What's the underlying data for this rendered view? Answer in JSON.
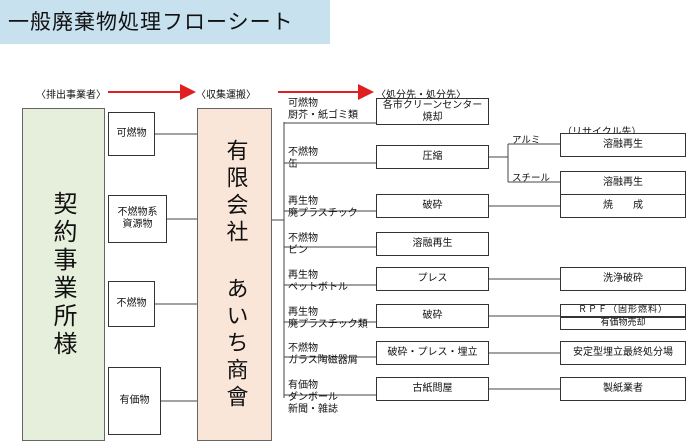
{
  "title": "一般廃棄物処理フローシート",
  "headers": {
    "emitter": "〈排出事業者〉",
    "collector": "〈収集運搬〉",
    "destination": "〈処分先・処分先〉",
    "recycle": "（リサイクル先）"
  },
  "emitter_label": "契約事業所様",
  "collector_label_line1": "有限会社",
  "collector_label_line2": "あいち商會",
  "waste_types": [
    "可燃物",
    "不燃物系\n資源物",
    "不燃物",
    "有価物"
  ],
  "categories": [
    {
      "line1": "可燃物",
      "line2": "厨芥・紙ゴミ類"
    },
    {
      "line1": "不燃物",
      "line2": "缶"
    },
    {
      "line1": "再生物",
      "line2": "廃プラスチック"
    },
    {
      "line1": "不燃物",
      "line2": "ビン"
    },
    {
      "line1": "再生物",
      "line2": "ペットボトル"
    },
    {
      "line1": "再生物",
      "line2": "廃プラスチック類"
    },
    {
      "line1": "不燃物",
      "line2": "ガラス陶磁器屑"
    },
    {
      "line1": "有価物",
      "line2": "ダンボール",
      "line3": "新聞・雑誌"
    }
  ],
  "processes": [
    "各市クリーンセンター\n焼却",
    "圧縮",
    "破砕",
    "溶融再生",
    "プレス",
    "破砕",
    "破砕・プレス・埋立",
    "古紙問屋"
  ],
  "metal_labels": {
    "aluminum": "アルミ",
    "steel": "スチール"
  },
  "recycle_destinations": [
    "溶融再生",
    "溶融再生",
    "焼　　成",
    "洗浄破砕",
    "ＲＰＦ（固形燃料）",
    "有価物売却",
    "安定型埋立最終処分場",
    "製紙業者"
  ],
  "colors": {
    "title_bg": "#c7e1ef",
    "emitter_bg": "#e6eedc",
    "collector_bg": "#fae6d9",
    "arrow": "#e02020"
  }
}
